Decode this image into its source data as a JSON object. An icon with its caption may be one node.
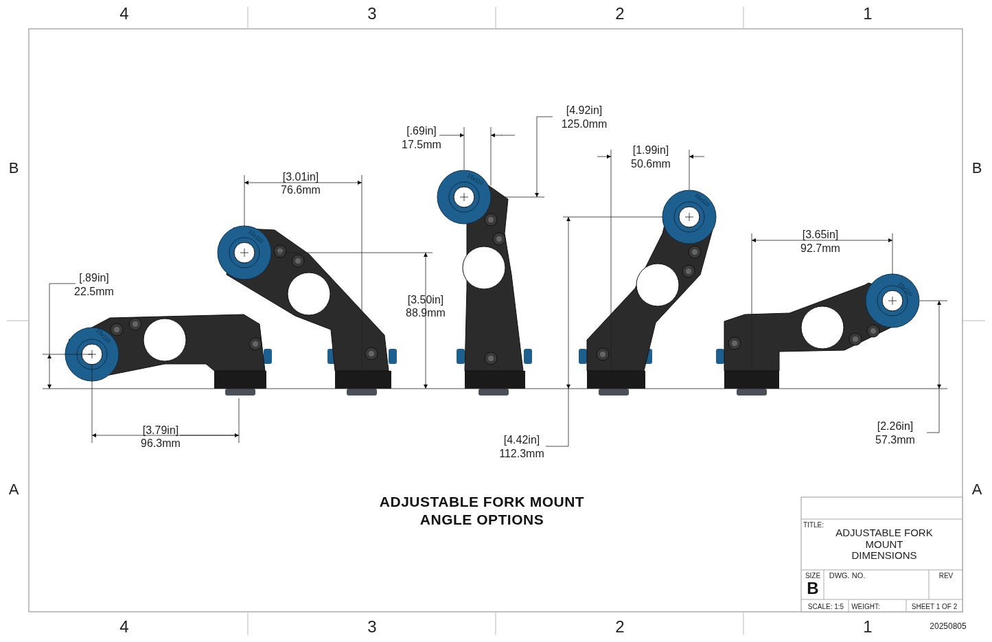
{
  "diagram": {
    "title": "ADJUSTABLE FORK MOUNT ANGLE OPTIONS",
    "labels": [
      "4",
      "3",
      "2",
      "1",
      "B",
      "B",
      "[4.92in]",
      "125.0mm",
      "[.69in]",
      "17.5mm",
      "[1.99in]",
      "50.6mm",
      "[3.01in]",
      "76.6mm",
      "[3.65in]",
      "92.7mm",
      "[.89in]",
      "22.5mm",
      "[3.50in]",
      "88.9mm",
      "[2.26in]",
      "57.3mm",
      "[3.79in]",
      "96.3mm",
      "[4.42in]",
      "112.3mm",
      "15x110",
      "15x110",
      "15x110",
      "15x110",
      "15x110",
      "A",
      "A",
      "TITLE:",
      "ADJUSTABLE FORK MOUNT DIMENSIONS",
      "SIZE",
      "DWG. NO.",
      "REV",
      "B",
      "SCALE: 1:5",
      "WEIGHT:",
      "SHEET 1 OF 2",
      "4",
      "3",
      "2",
      "1",
      "20250805"
    ]
  }
}
